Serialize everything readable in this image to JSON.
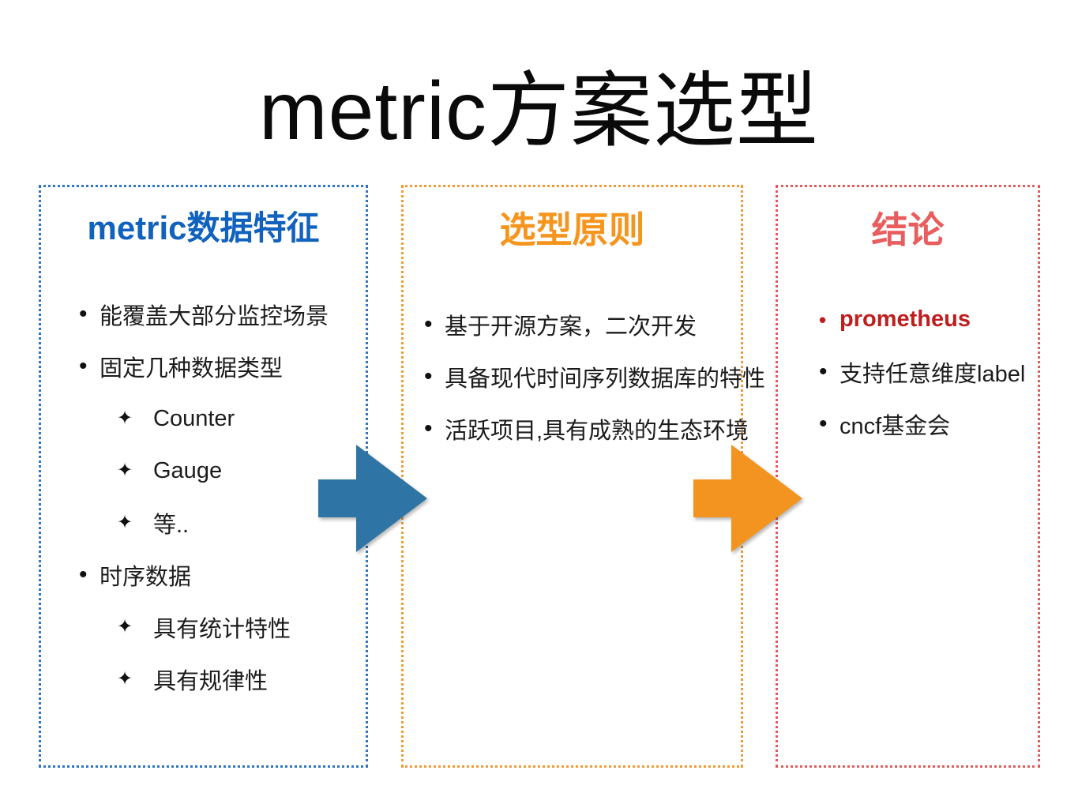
{
  "slide": {
    "title": "metric方案选型"
  },
  "glyphs": {
    "bullet": "•",
    "sub_bullet": "✦"
  },
  "colors": {
    "panel1_accent": "#1161be",
    "panel1_border": "#2e75c3",
    "panel2_accent": "#f6951e",
    "panel2_border": "#f09a36",
    "panel3_accent": "#e85d5d",
    "panel3_border": "#e25b5b",
    "highlight_text": "#be1e1e",
    "arrow_blue": "#2e74a4",
    "arrow_orange": "#f2941f"
  },
  "panels": [
    {
      "title": "metric数据特征",
      "items": [
        {
          "level": 1,
          "text": "能覆盖大部分监控场景"
        },
        {
          "level": 1,
          "text": "固定几种数据类型"
        },
        {
          "level": 2,
          "text": "Counter"
        },
        {
          "level": 2,
          "text": "Gauge"
        },
        {
          "level": 2,
          "text": "等.."
        },
        {
          "level": 1,
          "text": "时序数据"
        },
        {
          "level": 2,
          "text": "具有统计特性"
        },
        {
          "level": 2,
          "text": "具有规律性"
        }
      ]
    },
    {
      "title": "选型原则",
      "items": [
        {
          "level": 1,
          "text": "基于开源方案，二次开发"
        },
        {
          "level": 1,
          "text": "具备现代时间序列数据库的特性"
        },
        {
          "level": 1,
          "text": "活跃项目,具有成熟的生态环境"
        }
      ]
    },
    {
      "title": "结论",
      "items": [
        {
          "level": 1,
          "text": "prometheus",
          "highlight": true
        },
        {
          "level": 1,
          "text": "支持任意维度label"
        },
        {
          "level": 1,
          "text": "cncf基金会"
        }
      ]
    }
  ],
  "arrows": [
    {
      "name": "blue-arrow",
      "color": "#2e74a4"
    },
    {
      "name": "orange-arrow",
      "color": "#f2941f"
    }
  ]
}
